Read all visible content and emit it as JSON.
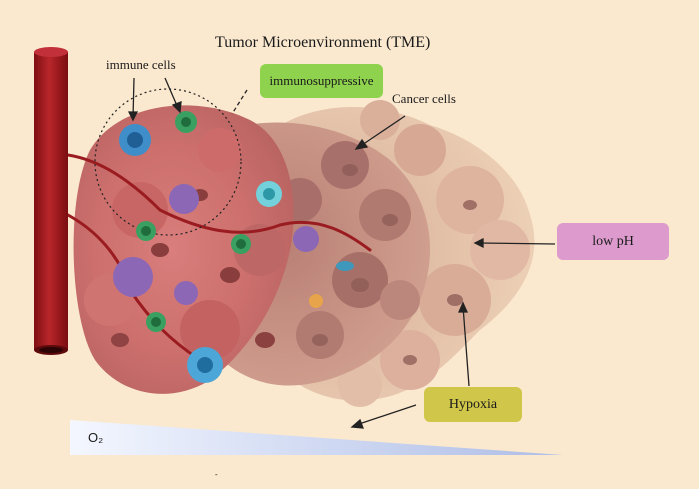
{
  "title": "Tumor Microenvironment (TME)",
  "labels": {
    "immune_cells": "immune cells",
    "immunosuppressive": "immunosuppressive",
    "cancer_cells": "Cancer cells",
    "low_ph": "low pH",
    "hypoxia": "Hypoxia",
    "oxygen": "O₂",
    "footnote_mark": "-"
  },
  "colors": {
    "background": "#fbe9cf",
    "immunosuppressive_box": "#8fd24e",
    "low_ph_box": "#dc9bcc",
    "hypoxia_box": "#cfc64a",
    "blood_vessel": "#a3171b",
    "tumor_core": "#c9696a",
    "tumor_periphery": "#d9a995",
    "oxygen_gradient": "#b8c6ec"
  },
  "icons": [
    "blood-vessel-icon",
    "cancer-cell-icon",
    "macrophage-icon",
    "t-cell-icon",
    "dendritic-cell-icon",
    "fibroblast-icon",
    "oxygen-gradient-icon"
  ]
}
